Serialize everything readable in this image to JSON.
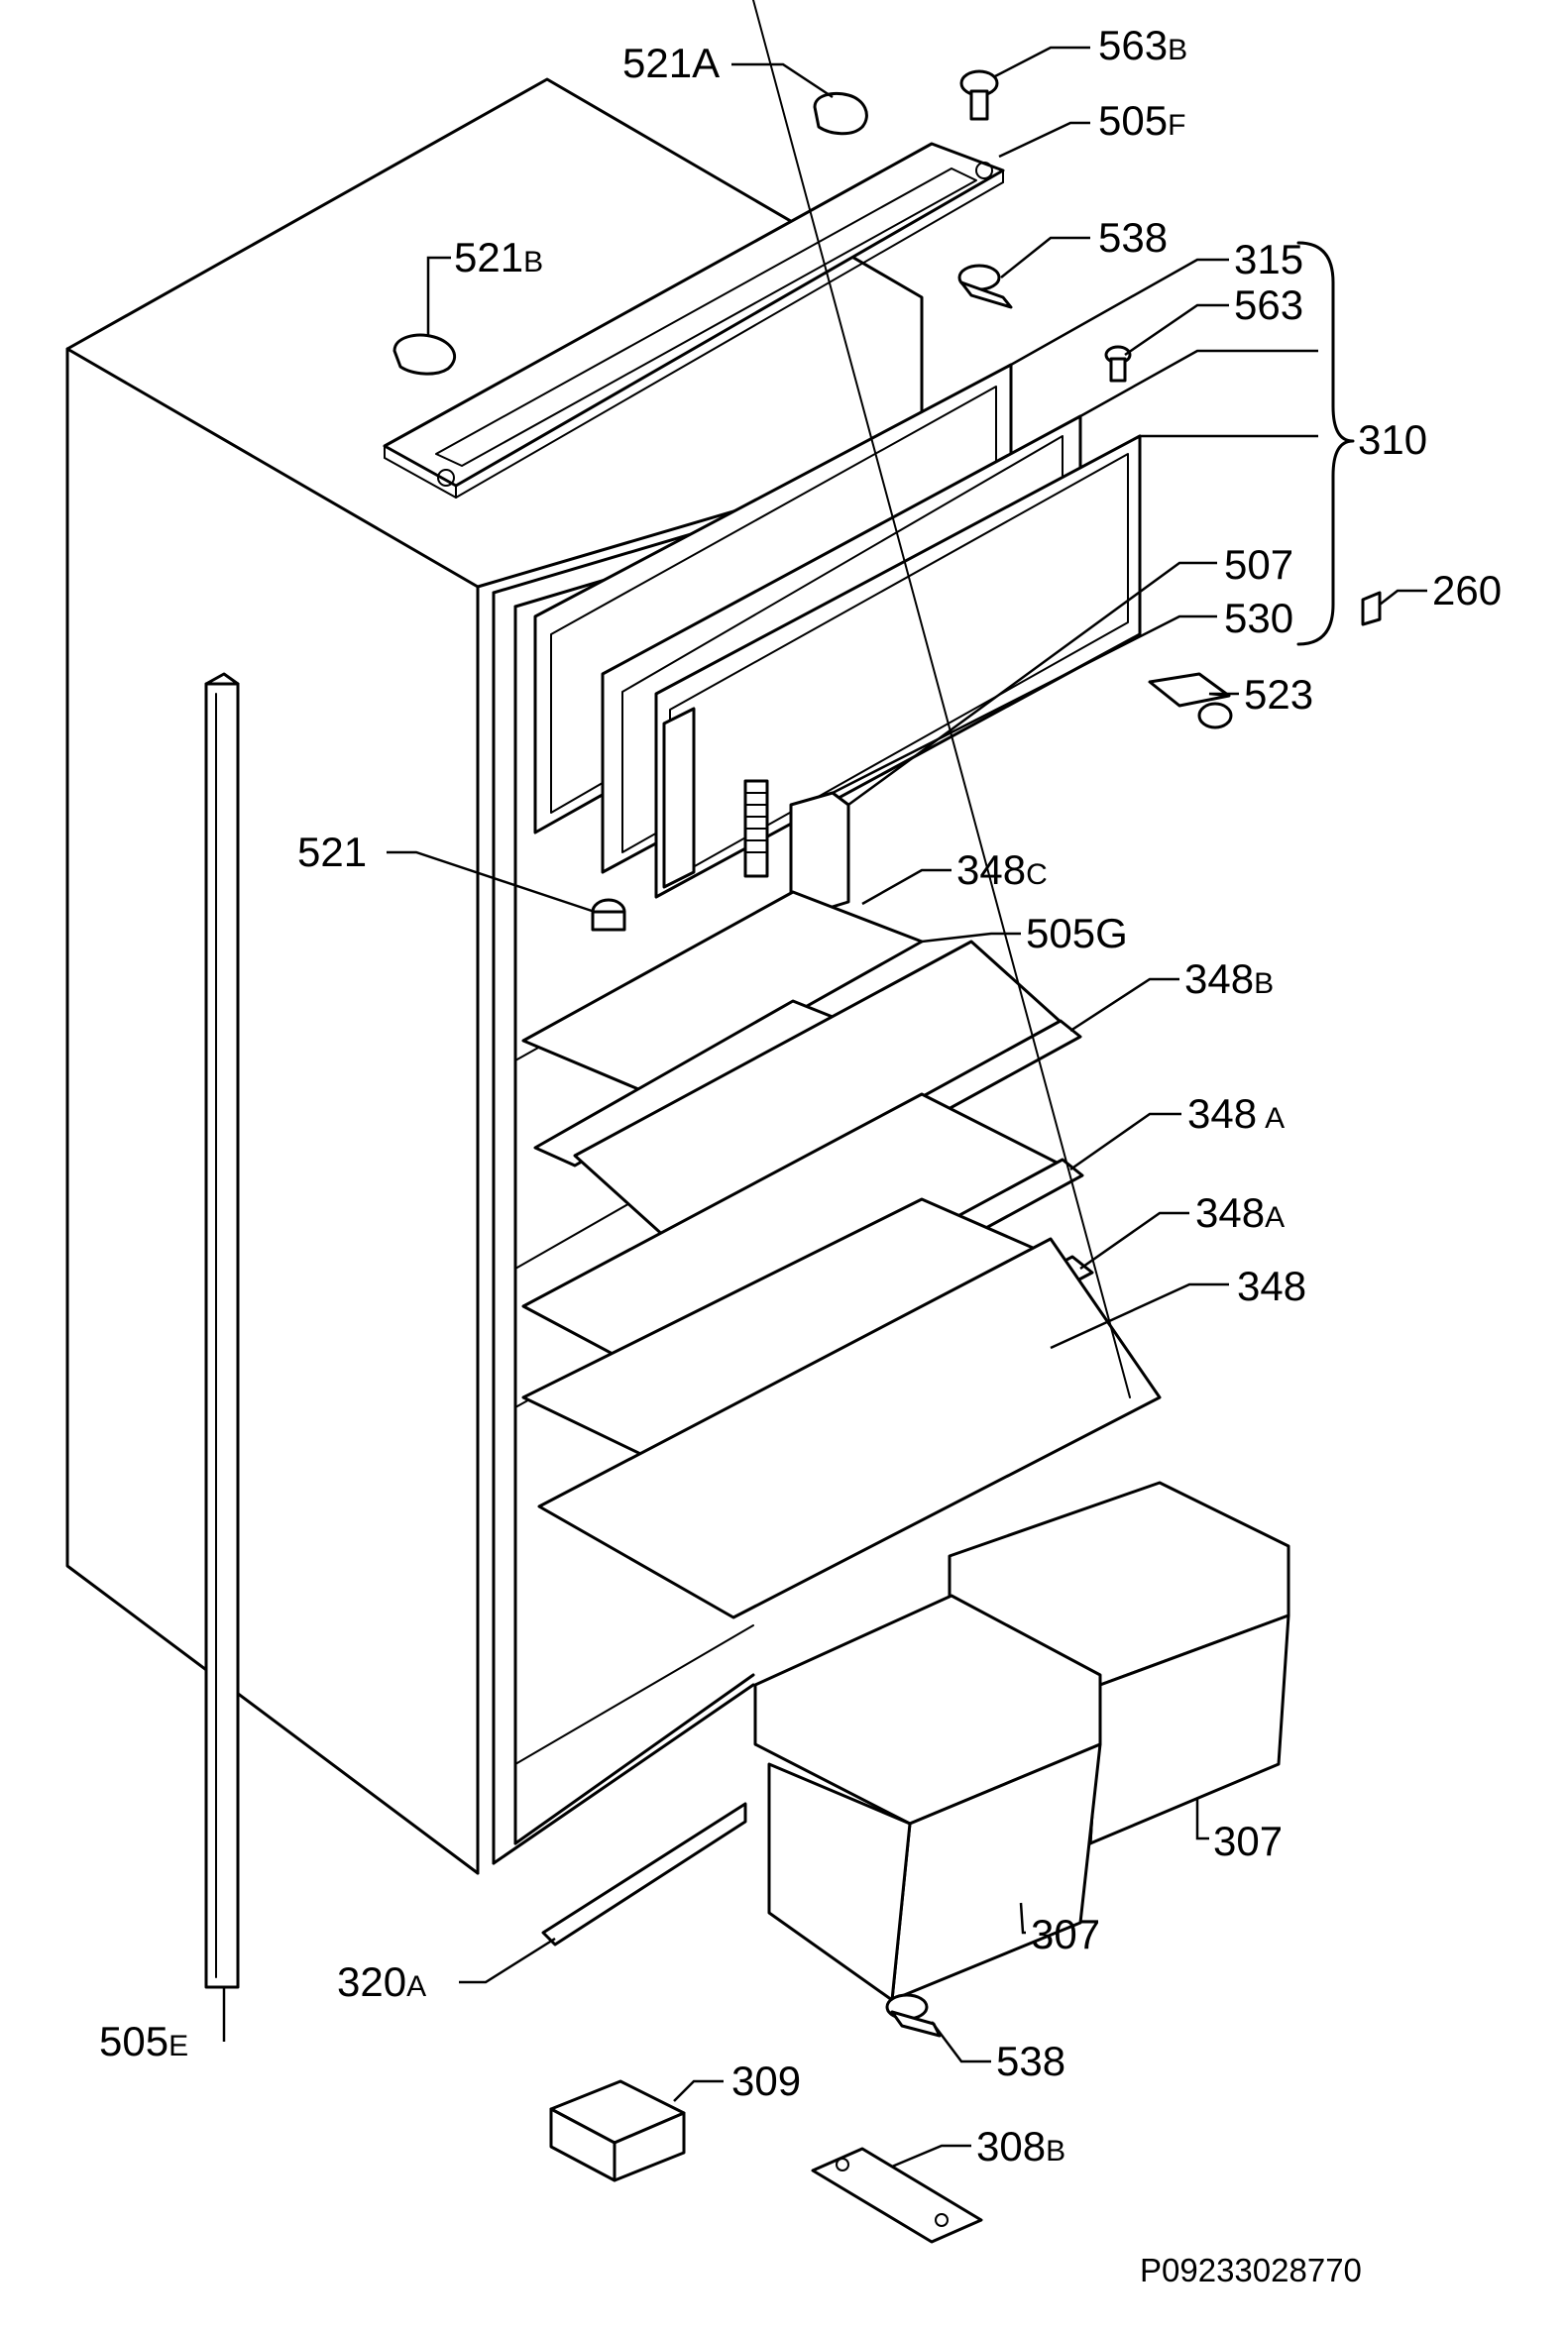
{
  "diagram": {
    "reference_code": "P09233028770",
    "callouts": [
      {
        "id": "521A",
        "number": "521",
        "suffix": "A"
      },
      {
        "id": "563B",
        "number": "563",
        "suffix": "B"
      },
      {
        "id": "505F",
        "number": "505",
        "suffix": "F"
      },
      {
        "id": "521B",
        "number": "521",
        "suffix": "B"
      },
      {
        "id": "538-top",
        "number": "538",
        "suffix": ""
      },
      {
        "id": "315",
        "number": "315",
        "suffix": ""
      },
      {
        "id": "563",
        "number": "563",
        "suffix": ""
      },
      {
        "id": "310",
        "number": "310",
        "suffix": ""
      },
      {
        "id": "507",
        "number": "507",
        "suffix": ""
      },
      {
        "id": "260",
        "number": "260",
        "suffix": ""
      },
      {
        "id": "530",
        "number": "530",
        "suffix": ""
      },
      {
        "id": "523",
        "number": "523",
        "suffix": ""
      },
      {
        "id": "521",
        "number": "521",
        "suffix": ""
      },
      {
        "id": "348C",
        "number": "348",
        "suffix": "C"
      },
      {
        "id": "505G",
        "number": "505G",
        "suffix": ""
      },
      {
        "id": "348B",
        "number": "348",
        "suffix": "B"
      },
      {
        "id": "348A-1",
        "number": "348",
        "suffix": "A"
      },
      {
        "id": "348A-2",
        "number": "348",
        "suffix": "A"
      },
      {
        "id": "348",
        "number": "348",
        "suffix": ""
      },
      {
        "id": "307-right",
        "number": "307",
        "suffix": ""
      },
      {
        "id": "307-left",
        "number": "307",
        "suffix": ""
      },
      {
        "id": "320A",
        "number": "320",
        "suffix": "A"
      },
      {
        "id": "505E",
        "number": "505",
        "suffix": "E"
      },
      {
        "id": "538-bottom",
        "number": "538",
        "suffix": ""
      },
      {
        "id": "309",
        "number": "309",
        "suffix": ""
      },
      {
        "id": "308B",
        "number": "308",
        "suffix": "B"
      }
    ]
  }
}
